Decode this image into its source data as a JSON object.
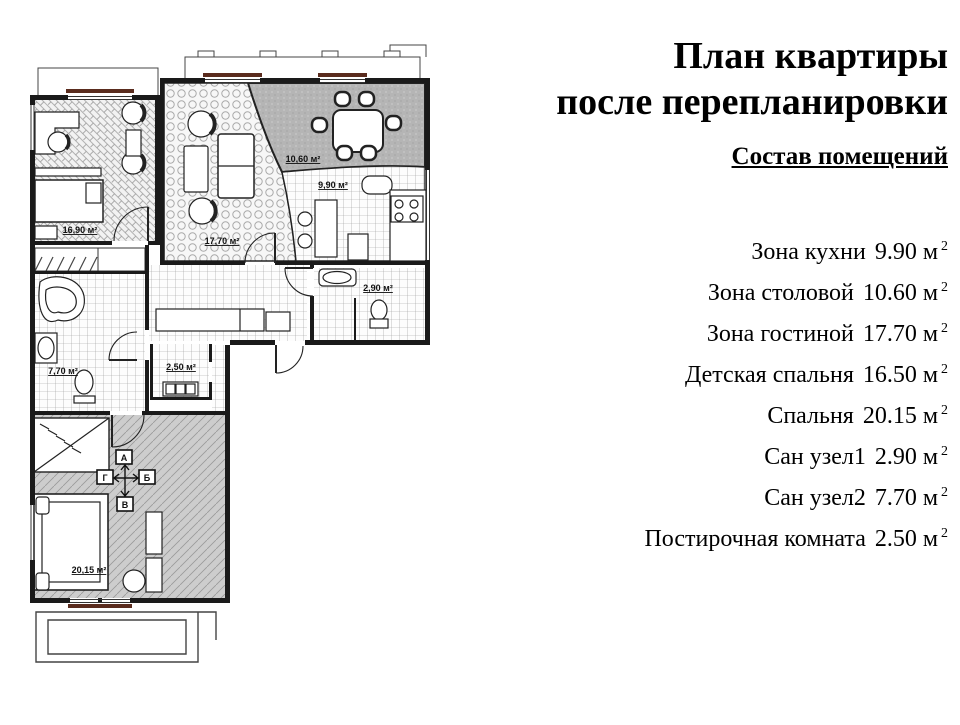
{
  "panel": {
    "title_line1": "План квартиры",
    "title_line2": "после перепланировки",
    "subtitle": "Состав помещений",
    "unit": "м",
    "sup": "2",
    "rooms": [
      {
        "name": "Зона кухни",
        "area": "9.90"
      },
      {
        "name": "Зона столовой",
        "area": "10.60"
      },
      {
        "name": "Зона гостиной",
        "area": "17.70"
      },
      {
        "name": "Детская спальня",
        "area": "16.50"
      },
      {
        "name": "Спальня",
        "area": "20.15"
      },
      {
        "name": "Сан узел1",
        "area": "2.90"
      },
      {
        "name": "Сан узел2",
        "area": "7.70"
      },
      {
        "name": "Постирочная комната",
        "area": "2.50"
      }
    ]
  },
  "plan": {
    "labels": {
      "children": "16,90 м²",
      "living": "17,70 м²",
      "dining": "10,60 м²",
      "kitchen": "9,90 м²",
      "bath1": "2,90 м²",
      "bath2": "7,70 м²",
      "laundry": "2,50 м²",
      "bedroom": "20,15 м²"
    },
    "markers": {
      "a": "А",
      "b": "Б",
      "v": "В",
      "g": "Г"
    },
    "colors": {
      "wall": "#1a1a1a",
      "window_sill": "#5a2c1e",
      "dining_zone_fill": "#b5b5b5",
      "bedroom_floor": "#cdcdcd",
      "pattern_line": "#9a9a9a"
    }
  }
}
